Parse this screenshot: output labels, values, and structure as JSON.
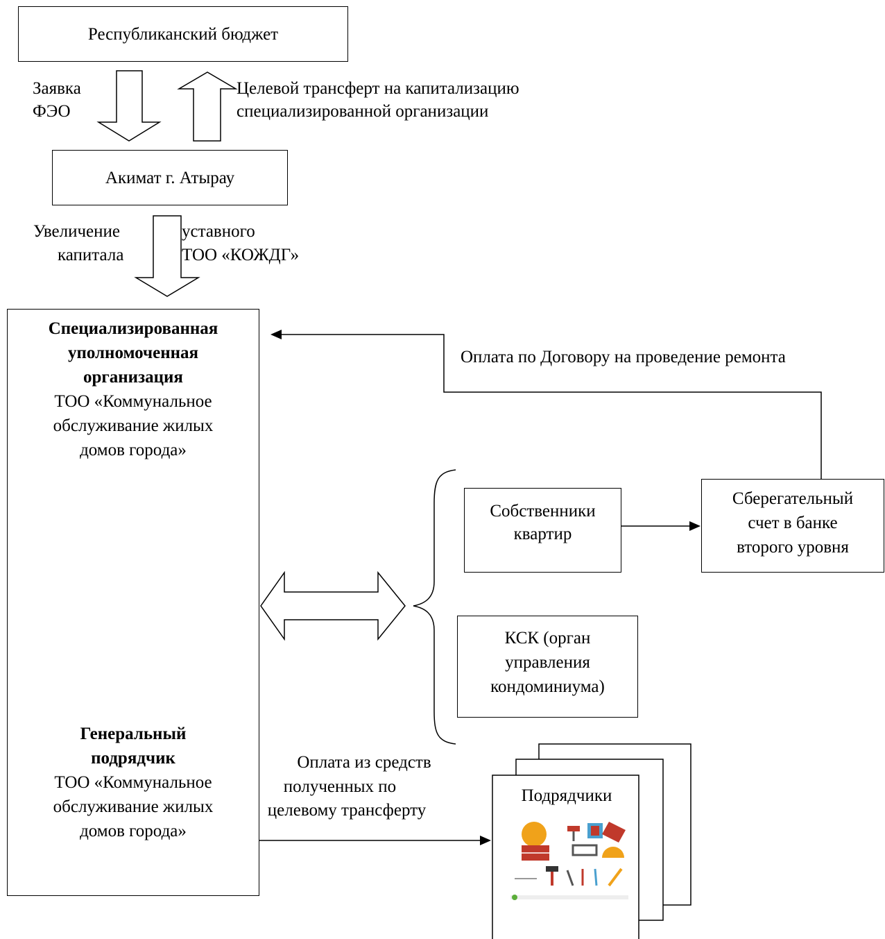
{
  "nodes": {
    "budget": "Республиканский бюджет",
    "akimat": "Акимат г. Атырау",
    "specialized": {
      "title": [
        "Специализированная",
        "уполномоченная",
        "организация"
      ],
      "body": [
        "ТОО «Коммунальное",
        "обслуживание жилых",
        "домов города»"
      ]
    },
    "general": {
      "title": [
        "Генеральный",
        "подрядчик"
      ],
      "body": [
        "ТОО «Коммунальное",
        "обслуживание жилых",
        "домов города»"
      ]
    },
    "owners": [
      "Собственники",
      "квартир"
    ],
    "savings": [
      "Сберегательный",
      "счет в банке",
      "второго уровня"
    ],
    "ksk": [
      "КСК (орган",
      "управления",
      "кондоминиума)"
    ],
    "contractors": "Подрядчики"
  },
  "edges": {
    "request": [
      "Заявка",
      "ФЭО"
    ],
    "transfer": [
      "Целевой трансферт на капитализацию",
      "специализированной организации"
    ],
    "capital_left": [
      "Увеличение",
      "капитала"
    ],
    "capital_right": [
      "уставного",
      "ТОО «КОЖДГ»"
    ],
    "repair_payment": "Оплата по Договору на проведение ремонта",
    "transfer_payment": [
      "Оплата из средств",
      "полученных по",
      "целевому трансферту"
    ]
  },
  "icons": {
    "meeting": "team-meeting-illustration",
    "tools": "construction-tools-illustration"
  }
}
